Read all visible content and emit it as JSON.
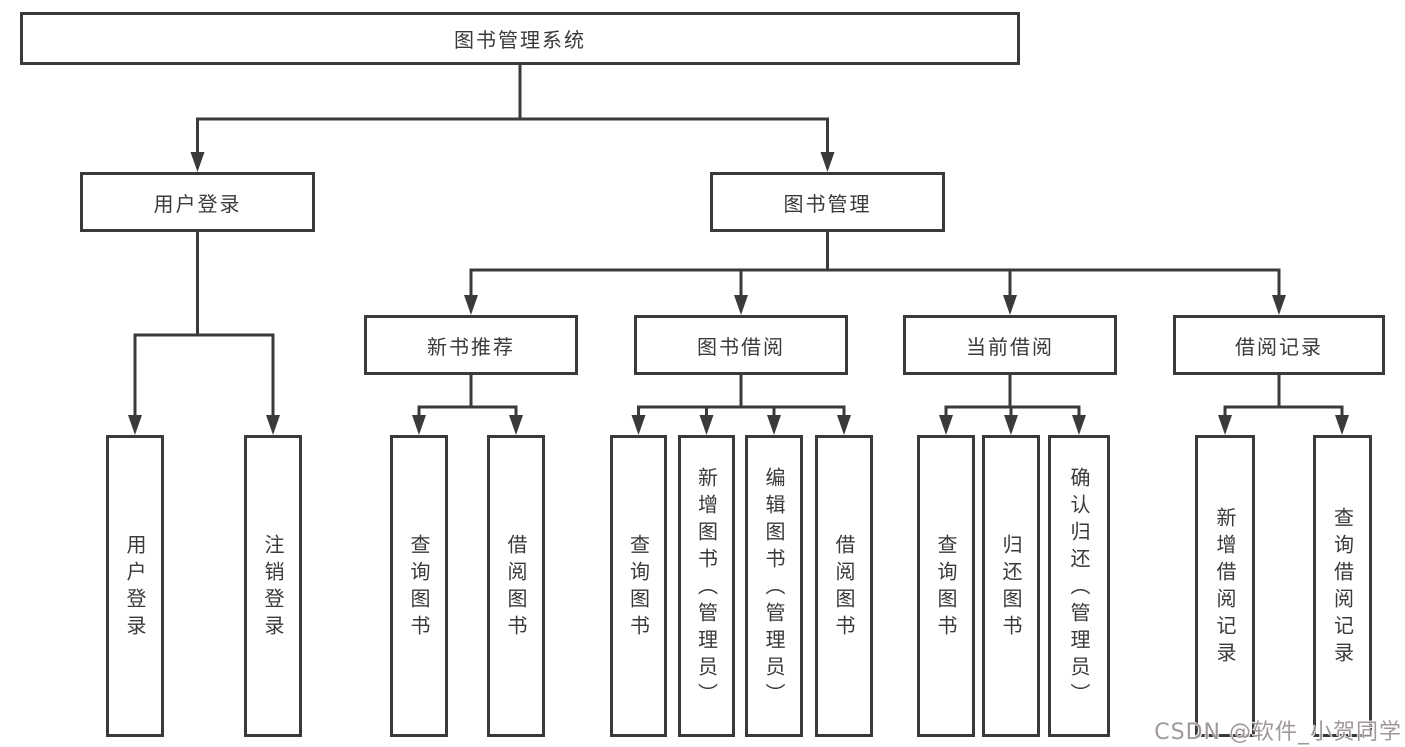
{
  "diagram": {
    "title": "图书管理系统",
    "nodes": {
      "root": "图书管理系统",
      "level1": [
        "用户登录",
        "图书管理"
      ],
      "level2": [
        "新书推荐",
        "图书借阅",
        "当前借阅",
        "借阅记录"
      ],
      "leaves_user_login": [
        "用户登录",
        "注销登录"
      ],
      "leaves_new_book": [
        "查询图书",
        "借阅图书"
      ],
      "leaves_book_borrow": [
        "查询图书",
        "新增图书（管理员）",
        "编辑图书（管理员）",
        "借阅图书"
      ],
      "leaves_current_borrow": [
        "查询图书",
        "归还图书",
        "确认归还（管理员）"
      ],
      "leaves_borrow_records": [
        "新增借阅记录",
        "查询借阅记录"
      ]
    },
    "colors": {
      "line": "#3a3a3a",
      "text": "#3a3a3a",
      "background": "#ffffff"
    }
  },
  "watermark": {
    "text": "CSDN @软件_小贺同学"
  }
}
